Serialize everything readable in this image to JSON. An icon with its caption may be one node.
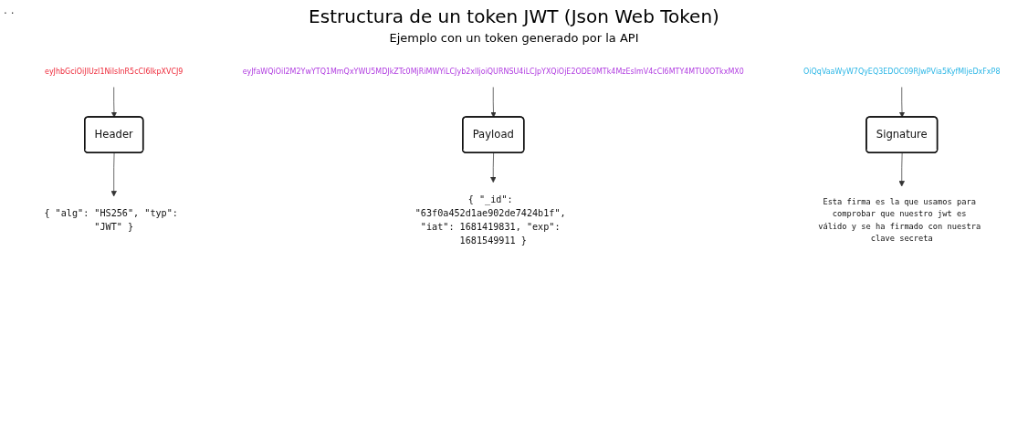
{
  "diagram": {
    "title": "Estructura de un token JWT (Json Web Token)",
    "nodes": [
      {
        "text": [
          "eyJhbGciOiJIUzI1NiIsInR5cCI6IkpXVCJ9"
        ]
      },
      {
        "text": [
          "eyJfaWQiOiI2M2YwYTQ1MmQxYWU5MDJkZTc0MjRiMWYiLCJyb2xlIjoiQURNSU4iLCJpYXQiOjE2ODE0MTk4MzEsImV4cCI6MTY4MTU0OTkxMX0"
        ]
      },
      {
        "text": [
          "OiQqVaaWyW7QyEQ3EDOC09RJwPVia5KyfMljeDxFxP8"
        ]
      },
      {
        "text": [
          "Header"
        ]
      },
      {
        "text": [
          "Payload"
        ]
      },
      {
        "text": [
          "Signature"
        ]
      },
      {
        "text": [
          "{ \"alg\": \"HS256\", \"typ\": \"JWT\" }"
        ]
      },
      {
        "text": [
          "{ \"_id\": \"63f0a452d1ae902de7424b1f\", \"iat\": 1681419831, \"exp\": 1681549911 }"
        ]
      },
      {
        "text": [
          "Esta firma es la que usamos para comprobar que nuestro jwt es válido y se ha firmado con nuestra clave secreta"
        ]
      }
    ],
    "edges": [
      {
        "from": 0,
        "to": 3,
        "arrow": "to"
      },
      {
        "from": 1,
        "to": 4,
        "arrow": "to"
      },
      {
        "from": 2,
        "to": 5,
        "arrow": "to"
      },
      {
        "from": 3,
        "to": 6,
        "arrow": "to"
      },
      {
        "from": 4,
        "to": 7,
        "arrow": "to"
      },
      {
        "from": 5,
        "to": 8,
        "arrow": "to"
      }
    ],
    "labels": [
      "Ejemplo con un token generado por la API",
      ".",
      "."
    ]
  }
}
